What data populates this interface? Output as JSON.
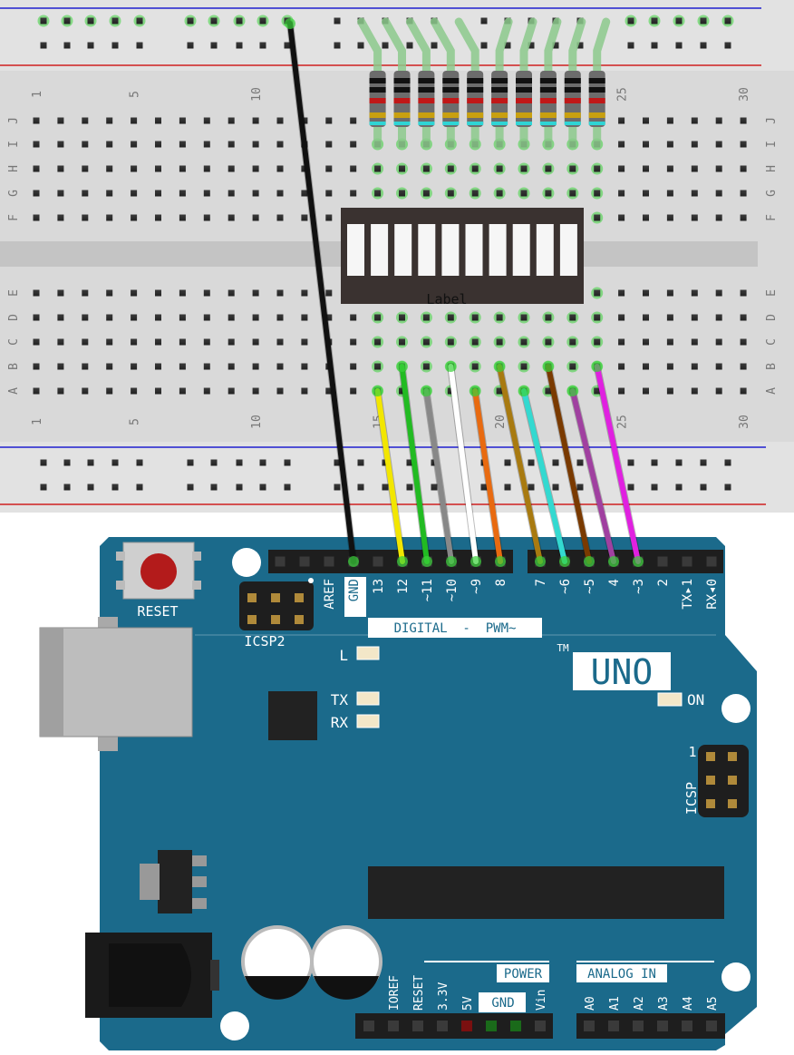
{
  "breadboard": {
    "col_numbers": [
      "1",
      "5",
      "10",
      "15",
      "20",
      "25",
      "30"
    ],
    "row_letters_top": [
      "J",
      "I",
      "H",
      "G",
      "F"
    ],
    "row_letters_bottom": [
      "E",
      "D",
      "C",
      "B",
      "A"
    ],
    "bargraph_label": "Label"
  },
  "board": {
    "reset_label": "RESET",
    "icsp2_label": "ICSP2",
    "icsp_label": "ICSP",
    "icsp_pin1": "1",
    "uno_label": "UNO",
    "tm_label": "TM",
    "on_label": "ON",
    "led_l": "L",
    "led_tx": "TX",
    "led_rx": "RX",
    "digital_label": "DIGITAL  -  PWM~",
    "digital_pins": [
      "AREF",
      "GND",
      "13",
      "12",
      "~11",
      "~10",
      "~9",
      "8",
      "7",
      "~6",
      "~5",
      "4",
      "~3",
      "2",
      "TX▸1",
      "RX◂0"
    ],
    "power_label": "POWER",
    "power_pins": [
      "IOREF",
      "RESET",
      "3.3V",
      "5V",
      "GND",
      "Vin"
    ],
    "analog_label": "ANALOG IN",
    "analog_pins": [
      "A0",
      "A1",
      "A2",
      "A3",
      "A4",
      "A5"
    ]
  },
  "colors": {
    "board": "#1b6a8b",
    "breadboard": "#d9d9d9",
    "rail_blue": "#2020d0",
    "rail_red": "#d02020",
    "wire_gnd": "#111111",
    "wire_12": "#f2e600",
    "wire_11": "#22bb22",
    "wire_10": "#888888",
    "wire_9": "#ffffff",
    "wire_8": "#e86a10",
    "wire_7": "#a87a10",
    "wire_6": "#33d9d0",
    "wire_5": "#7a3a00",
    "wire_4": "#a040a0",
    "wire_3": "#e020e0"
  }
}
